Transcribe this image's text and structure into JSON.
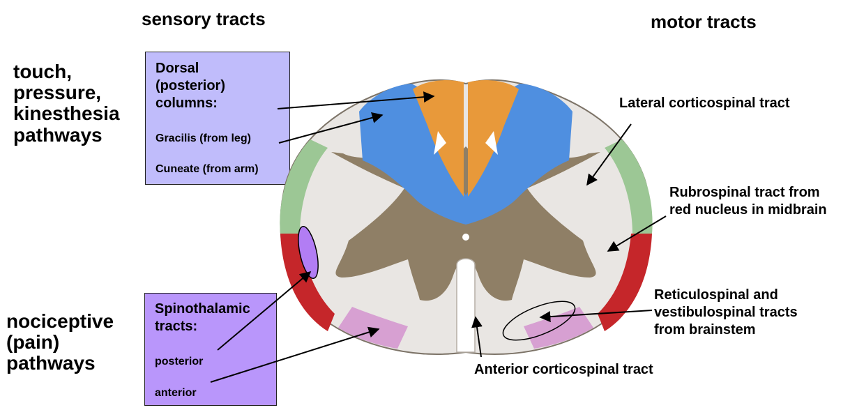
{
  "headers": {
    "sensory": "sensory tracts",
    "motor": "motor tracts"
  },
  "left_labels": {
    "touch": [
      "touch,",
      "pressure,",
      "kinesthesia",
      "pathways"
    ],
    "nociceptive": [
      "nociceptive",
      "(pain)",
      "pathways"
    ]
  },
  "dorsal_box": {
    "title": [
      "Dorsal",
      "(posterior)",
      "columns:"
    ],
    "gracilis": "Gracilis (from leg)",
    "cuneate": "Cuneate (from arm)",
    "color": "#c0bcfb"
  },
  "spinothalamic_box": {
    "title": [
      "Spinothalamic",
      "tracts:"
    ],
    "posterior": "posterior",
    "anterior": "anterior",
    "color": "#b996fb"
  },
  "motor_labels": {
    "lateral_corticospinal": "Lateral corticospinal tract",
    "rubrospinal": [
      "Rubrospinal tract from",
      "red nucleus in midbrain"
    ],
    "reticulospinal": [
      "Reticulospinal and",
      "vestibulospinal tracts",
      "from brainstem"
    ],
    "anterior_corticospinal": "Anterior corticospinal tract"
  },
  "colors": {
    "gray_matter": "#8f7f66",
    "white_matter": "#e9e6e3",
    "gracilis": "#e8993a",
    "cuneate": "#4f8fe0",
    "lateral_band": "#9cc795",
    "red_band": "#c5262a",
    "spinothalamic_pink": "#d7a0d2",
    "posterior_ellipse": "#b27df4"
  }
}
